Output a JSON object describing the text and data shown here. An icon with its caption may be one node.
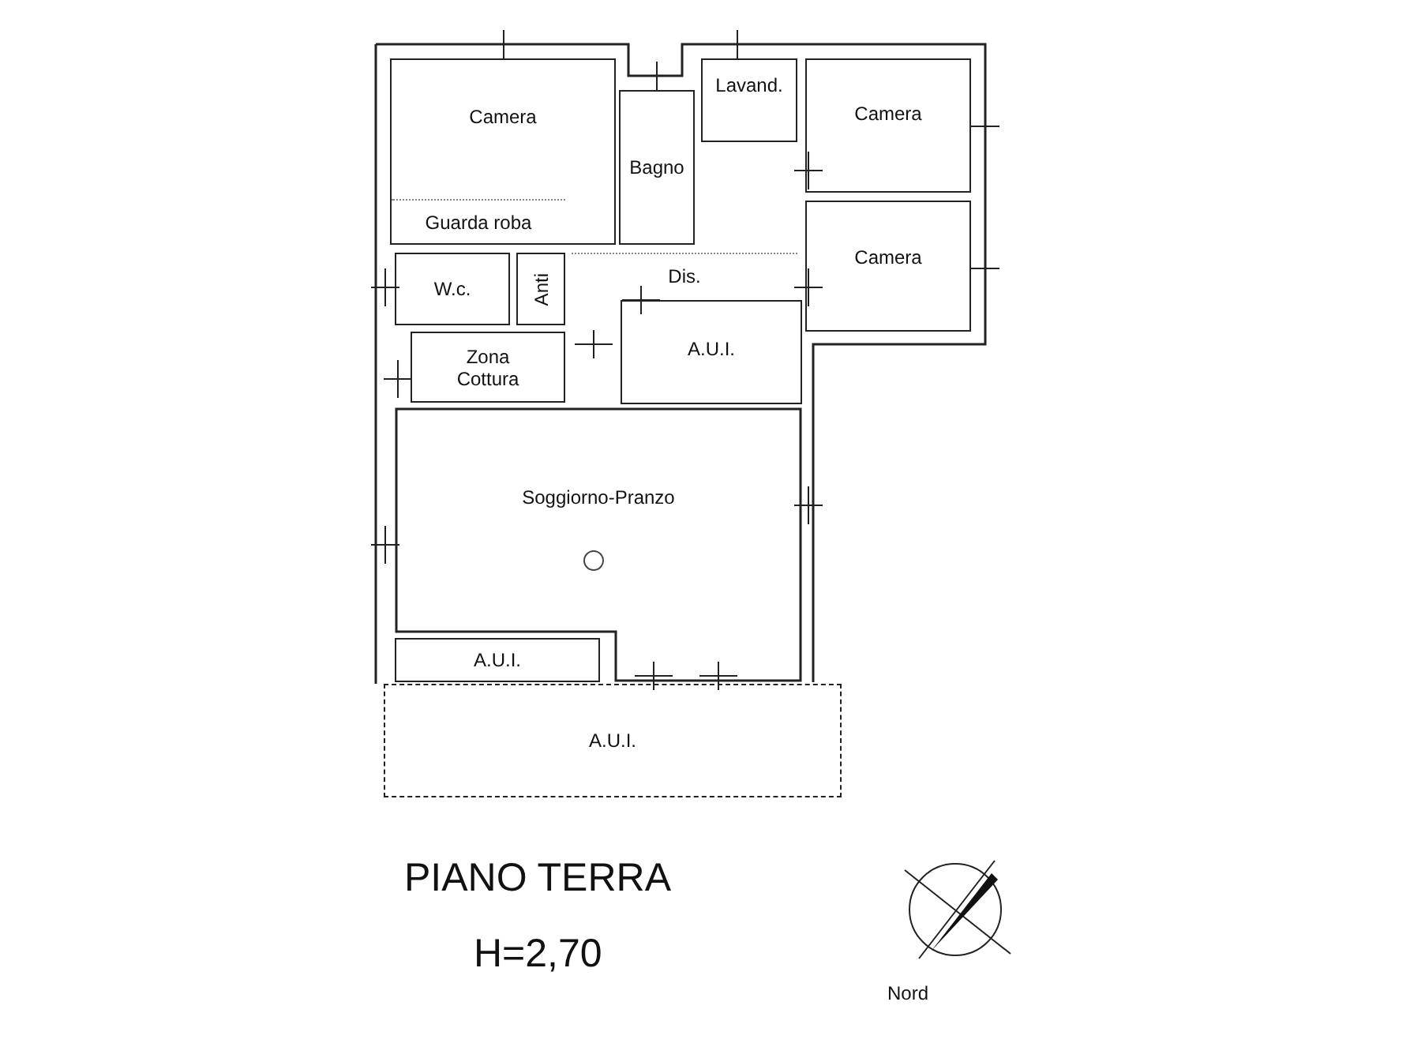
{
  "diagram": {
    "title": "PIANO TERRA",
    "nodes": [
      {
        "text": [
          "Camera"
        ]
      },
      {
        "text": [
          "Guarda roba"
        ],
        "in": 0
      },
      {
        "text": [
          "Bagno"
        ]
      },
      {
        "text": [
          "Lavand."
        ]
      },
      {
        "text": [
          "Camera"
        ]
      },
      {
        "text": [
          "W.c."
        ]
      },
      {
        "text": [
          "Anti"
        ]
      },
      {
        "text": [
          "Dis."
        ]
      },
      {
        "text": [
          "Camera"
        ]
      },
      {
        "text": [
          "Zona Cottura"
        ]
      },
      {
        "text": [
          "A.U.I."
        ]
      },
      {
        "text": [
          "Soggiorno-Pranzo"
        ]
      },
      {
        "text": [
          "A.U.I."
        ]
      },
      {
        "text": [
          "A.U.I."
        ]
      }
    ],
    "labels": [
      "H=2,70",
      "Nord"
    ]
  }
}
